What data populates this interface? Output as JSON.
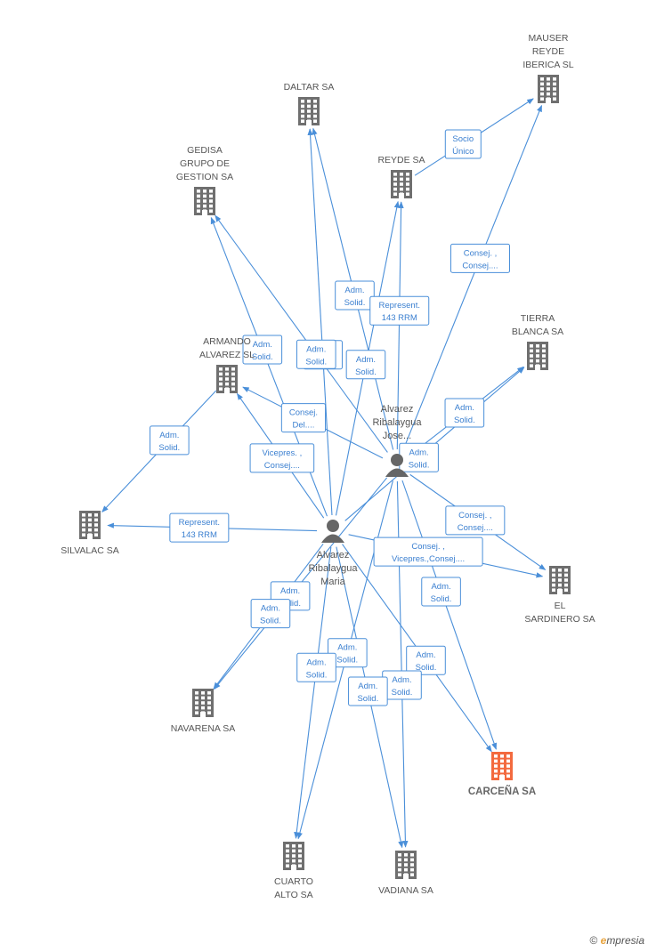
{
  "colors": {
    "company": "#6f6f6f",
    "highlight": "#f36a3f",
    "edge": "#4a8fd9",
    "person": "#666666"
  },
  "companies": [
    {
      "id": "mauser",
      "lines": [
        "MAUSER",
        "REYDE",
        "IBERICA SL"
      ],
      "label_pos": "above",
      "icon": "building-icon"
    },
    {
      "id": "daltar",
      "lines": [
        "DALTAR SA"
      ],
      "label_pos": "above",
      "icon": "building-icon"
    },
    {
      "id": "reyde",
      "lines": [
        "REYDE SA"
      ],
      "label_pos": "above",
      "icon": "building-icon"
    },
    {
      "id": "gedisa",
      "lines": [
        "GEDISA",
        "GRUPO DE",
        "GESTION SA"
      ],
      "label_pos": "above",
      "icon": "building-icon"
    },
    {
      "id": "tierra",
      "lines": [
        "TIERRA",
        "BLANCA SA"
      ],
      "label_pos": "above",
      "icon": "building-icon"
    },
    {
      "id": "armando",
      "lines": [
        "ARMANDO",
        "ALVAREZ SL"
      ],
      "label_pos": "above",
      "icon": "building-icon"
    },
    {
      "id": "silvalac",
      "lines": [
        "SILVALAC SA"
      ],
      "label_pos": "below",
      "icon": "building-icon"
    },
    {
      "id": "sardinero",
      "lines": [
        "EL",
        "SARDINERO SA"
      ],
      "label_pos": "below",
      "icon": "building-icon"
    },
    {
      "id": "navarena",
      "lines": [
        "NAVARENA SA"
      ],
      "label_pos": "below",
      "icon": "building-icon"
    },
    {
      "id": "carcena",
      "lines": [
        "CARCEÑA SA"
      ],
      "label_pos": "below",
      "icon": "building-icon",
      "main": true
    },
    {
      "id": "cuarto",
      "lines": [
        "CUARTO",
        "ALTO SA"
      ],
      "label_pos": "below",
      "icon": "building-icon"
    },
    {
      "id": "vadiana",
      "lines": [
        "VADIANA SA"
      ],
      "label_pos": "below",
      "icon": "building-icon"
    }
  ],
  "persons": [
    {
      "id": "jose",
      "lines": [
        "Alvarez",
        "Ribalaygua",
        "Jose..."
      ],
      "icon": "person-icon"
    },
    {
      "id": "maria",
      "lines": [
        "Alvarez",
        "Ribalaygua",
        "Maria"
      ],
      "icon": "person-icon"
    }
  ],
  "relations": [
    {
      "from": "reyde",
      "to": "mauser",
      "label": [
        "Socio",
        "Único"
      ]
    },
    {
      "from": "jose",
      "to": "mauser",
      "label": [
        "Consej. ,",
        "Consej...."
      ]
    },
    {
      "from": "jose",
      "to": "daltar",
      "label": [
        "Adm.",
        "Solid."
      ]
    },
    {
      "from": "maria",
      "to": "daltar",
      "label": [
        "Adm.",
        "Solid."
      ]
    },
    {
      "from": "jose",
      "to": "reyde",
      "label": [
        "Represent.",
        "143 RRM"
      ]
    },
    {
      "from": "maria",
      "to": "reyde",
      "label": [
        "Adm.",
        "Solid."
      ]
    },
    {
      "from": "jose",
      "to": "gedisa",
      "label": [
        "Adm.",
        "Solid."
      ]
    },
    {
      "from": "maria",
      "to": "gedisa",
      "label": [
        "Adm.",
        "Solid."
      ]
    },
    {
      "from": "jose",
      "to": "tierra",
      "label": [
        "Adm.",
        "Solid."
      ]
    },
    {
      "from": "maria",
      "to": "tierra",
      "label": [
        "Adm.",
        "Solid."
      ]
    },
    {
      "from": "jose",
      "to": "armando",
      "label": [
        "Consej.",
        "Del...."
      ]
    },
    {
      "from": "maria",
      "to": "armando",
      "label": [
        "Vicepres. ,",
        "Consej...."
      ]
    },
    {
      "from": "armando",
      "to": "silvalac",
      "label": [
        "Adm.",
        "Solid."
      ]
    },
    {
      "from": "maria",
      "to": "silvalac",
      "label": [
        "Represent.",
        "143 RRM"
      ]
    },
    {
      "from": "jose",
      "to": "sardinero",
      "label": [
        "Consej. ,",
        "Consej...."
      ]
    },
    {
      "from": "maria",
      "to": "sardinero",
      "label": [
        "Consej. ,",
        "Vicepres.,Consej...."
      ]
    },
    {
      "from": "jose",
      "to": "navarena",
      "label": [
        "Adm.",
        "Solid."
      ]
    },
    {
      "from": "maria",
      "to": "navarena",
      "label": [
        "Adm.",
        "Solid."
      ]
    },
    {
      "from": "jose",
      "to": "carcena",
      "label": [
        "Adm.",
        "Solid."
      ]
    },
    {
      "from": "maria",
      "to": "carcena",
      "label": [
        "Adm.",
        "Solid."
      ]
    },
    {
      "from": "jose",
      "to": "cuarto",
      "label": [
        "Adm.",
        "Solid."
      ]
    },
    {
      "from": "maria",
      "to": "cuarto",
      "label": [
        "Adm.",
        "Solid."
      ]
    },
    {
      "from": "jose",
      "to": "vadiana",
      "label": [
        "Adm.",
        "Solid."
      ]
    },
    {
      "from": "maria",
      "to": "vadiana",
      "label": [
        "Adm.",
        "Solid."
      ]
    }
  ],
  "footer": {
    "copyright": "©",
    "brand_initial": "e",
    "brand_rest": "mpresia"
  }
}
